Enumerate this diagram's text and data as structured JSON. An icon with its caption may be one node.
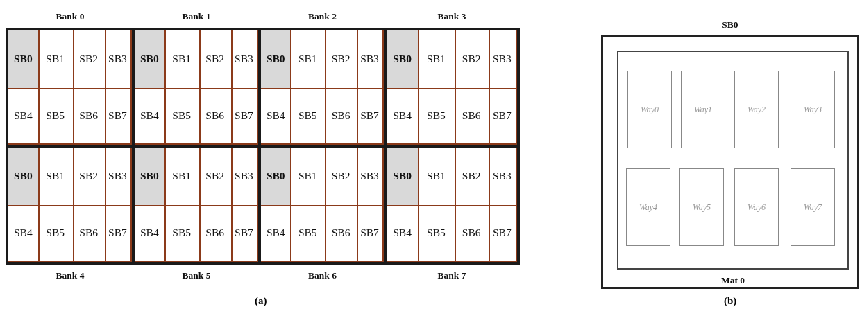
{
  "diagram": {
    "nodes": [
      {
        "text": [
          "Bank 0"
        ]
      },
      {
        "text": [
          "SB0"
        ],
        "in": 0
      },
      {
        "text": [
          "SB1"
        ],
        "in": 0
      },
      {
        "text": [
          "SB2"
        ],
        "in": 0
      },
      {
        "text": [
          "SB3"
        ],
        "in": 0
      },
      {
        "text": [
          "SB4"
        ],
        "in": 0
      },
      {
        "text": [
          "SB5"
        ],
        "in": 0
      },
      {
        "text": [
          "SB6"
        ],
        "in": 0
      },
      {
        "text": [
          "SB7"
        ],
        "in": 0
      },
      {
        "text": [
          "Bank 1"
        ]
      },
      {
        "text": [
          "SB0"
        ],
        "in": 9
      },
      {
        "text": [
          "SB1"
        ],
        "in": 9
      },
      {
        "text": [
          "SB2"
        ],
        "in": 9
      },
      {
        "text": [
          "SB3"
        ],
        "in": 9
      },
      {
        "text": [
          "SB4"
        ],
        "in": 9
      },
      {
        "text": [
          "SB5"
        ],
        "in": 9
      },
      {
        "text": [
          "SB6"
        ],
        "in": 9
      },
      {
        "text": [
          "SB7"
        ],
        "in": 9
      },
      {
        "text": [
          "Bank 2"
        ]
      },
      {
        "text": [
          "SB0"
        ],
        "in": 18
      },
      {
        "text": [
          "SB1"
        ],
        "in": 18
      },
      {
        "text": [
          "SB2"
        ],
        "in": 18
      },
      {
        "text": [
          "SB3"
        ],
        "in": 18
      },
      {
        "text": [
          "SB4"
        ],
        "in": 18
      },
      {
        "text": [
          "SB5"
        ],
        "in": 18
      },
      {
        "text": [
          "SB6"
        ],
        "in": 18
      },
      {
        "text": [
          "SB7"
        ],
        "in": 18
      },
      {
        "text": [
          "Bank 3"
        ]
      },
      {
        "text": [
          "SB0"
        ],
        "in": 27
      },
      {
        "text": [
          "SB1"
        ],
        "in": 27
      },
      {
        "text": [
          "SB2"
        ],
        "in": 27
      },
      {
        "text": [
          "SB3"
        ],
        "in": 27
      },
      {
        "text": [
          "SB4"
        ],
        "in": 27
      },
      {
        "text": [
          "SB5"
        ],
        "in": 27
      },
      {
        "text": [
          "SB6"
        ],
        "in": 27
      },
      {
        "text": [
          "SB7"
        ],
        "in": 27
      },
      {
        "text": [
          "Bank 4"
        ]
      },
      {
        "text": [
          "SB0"
        ],
        "in": 36
      },
      {
        "text": [
          "SB1"
        ],
        "in": 36
      },
      {
        "text": [
          "SB2"
        ],
        "in": 36
      },
      {
        "text": [
          "SB3"
        ],
        "in": 36
      },
      {
        "text": [
          "SB4"
        ],
        "in": 36
      },
      {
        "text": [
          "SB5"
        ],
        "in": 36
      },
      {
        "text": [
          "SB6"
        ],
        "in": 36
      },
      {
        "text": [
          "SB7"
        ],
        "in": 36
      },
      {
        "text": [
          "Bank 5"
        ]
      },
      {
        "text": [
          "SB0"
        ],
        "in": 45
      },
      {
        "text": [
          "SB1"
        ],
        "in": 45
      },
      {
        "text": [
          "SB2"
        ],
        "in": 45
      },
      {
        "text": [
          "SB3"
        ],
        "in": 45
      },
      {
        "text": [
          "SB4"
        ],
        "in": 45
      },
      {
        "text": [
          "SB5"
        ],
        "in": 45
      },
      {
        "text": [
          "SB6"
        ],
        "in": 45
      },
      {
        "text": [
          "SB7"
        ],
        "in": 45
      },
      {
        "text": [
          "Bank 6"
        ]
      },
      {
        "text": [
          "SB0"
        ],
        "in": 54
      },
      {
        "text": [
          "SB1"
        ],
        "in": 54
      },
      {
        "text": [
          "SB2"
        ],
        "in": 54
      },
      {
        "text": [
          "SB3"
        ],
        "in": 54
      },
      {
        "text": [
          "SB4"
        ],
        "in": 54
      },
      {
        "text": [
          "SB5"
        ],
        "in": 54
      },
      {
        "text": [
          "SB6"
        ],
        "in": 54
      },
      {
        "text": [
          "SB7"
        ],
        "in": 54
      },
      {
        "text": [
          "Bank 7"
        ]
      },
      {
        "text": [
          "SB0"
        ],
        "in": 63
      },
      {
        "text": [
          "SB1"
        ],
        "in": 63
      },
      {
        "text": [
          "SB2"
        ],
        "in": 63
      },
      {
        "text": [
          "SB3"
        ],
        "in": 63
      },
      {
        "text": [
          "SB4"
        ],
        "in": 63
      },
      {
        "text": [
          "SB5"
        ],
        "in": 63
      },
      {
        "text": [
          "SB6"
        ],
        "in": 63
      },
      {
        "text": [
          "SB7"
        ],
        "in": 63
      },
      {
        "text": [
          "SB0"
        ]
      },
      {
        "text": [
          "Mat 0"
        ],
        "in": 72
      },
      {
        "text": [
          "Way0"
        ],
        "in": 73
      },
      {
        "text": [
          "Way1"
        ],
        "in": 73
      },
      {
        "text": [
          "Way2"
        ],
        "in": 73
      },
      {
        "text": [
          "Way3"
        ],
        "in": 73
      },
      {
        "text": [
          "Way4"
        ],
        "in": 73
      },
      {
        "text": [
          "Way5"
        ],
        "in": 73
      },
      {
        "text": [
          "Way6"
        ],
        "in": 73
      },
      {
        "text": [
          "Way7"
        ],
        "in": 73
      }
    ],
    "labels": [
      "(a)",
      "(b)"
    ]
  }
}
